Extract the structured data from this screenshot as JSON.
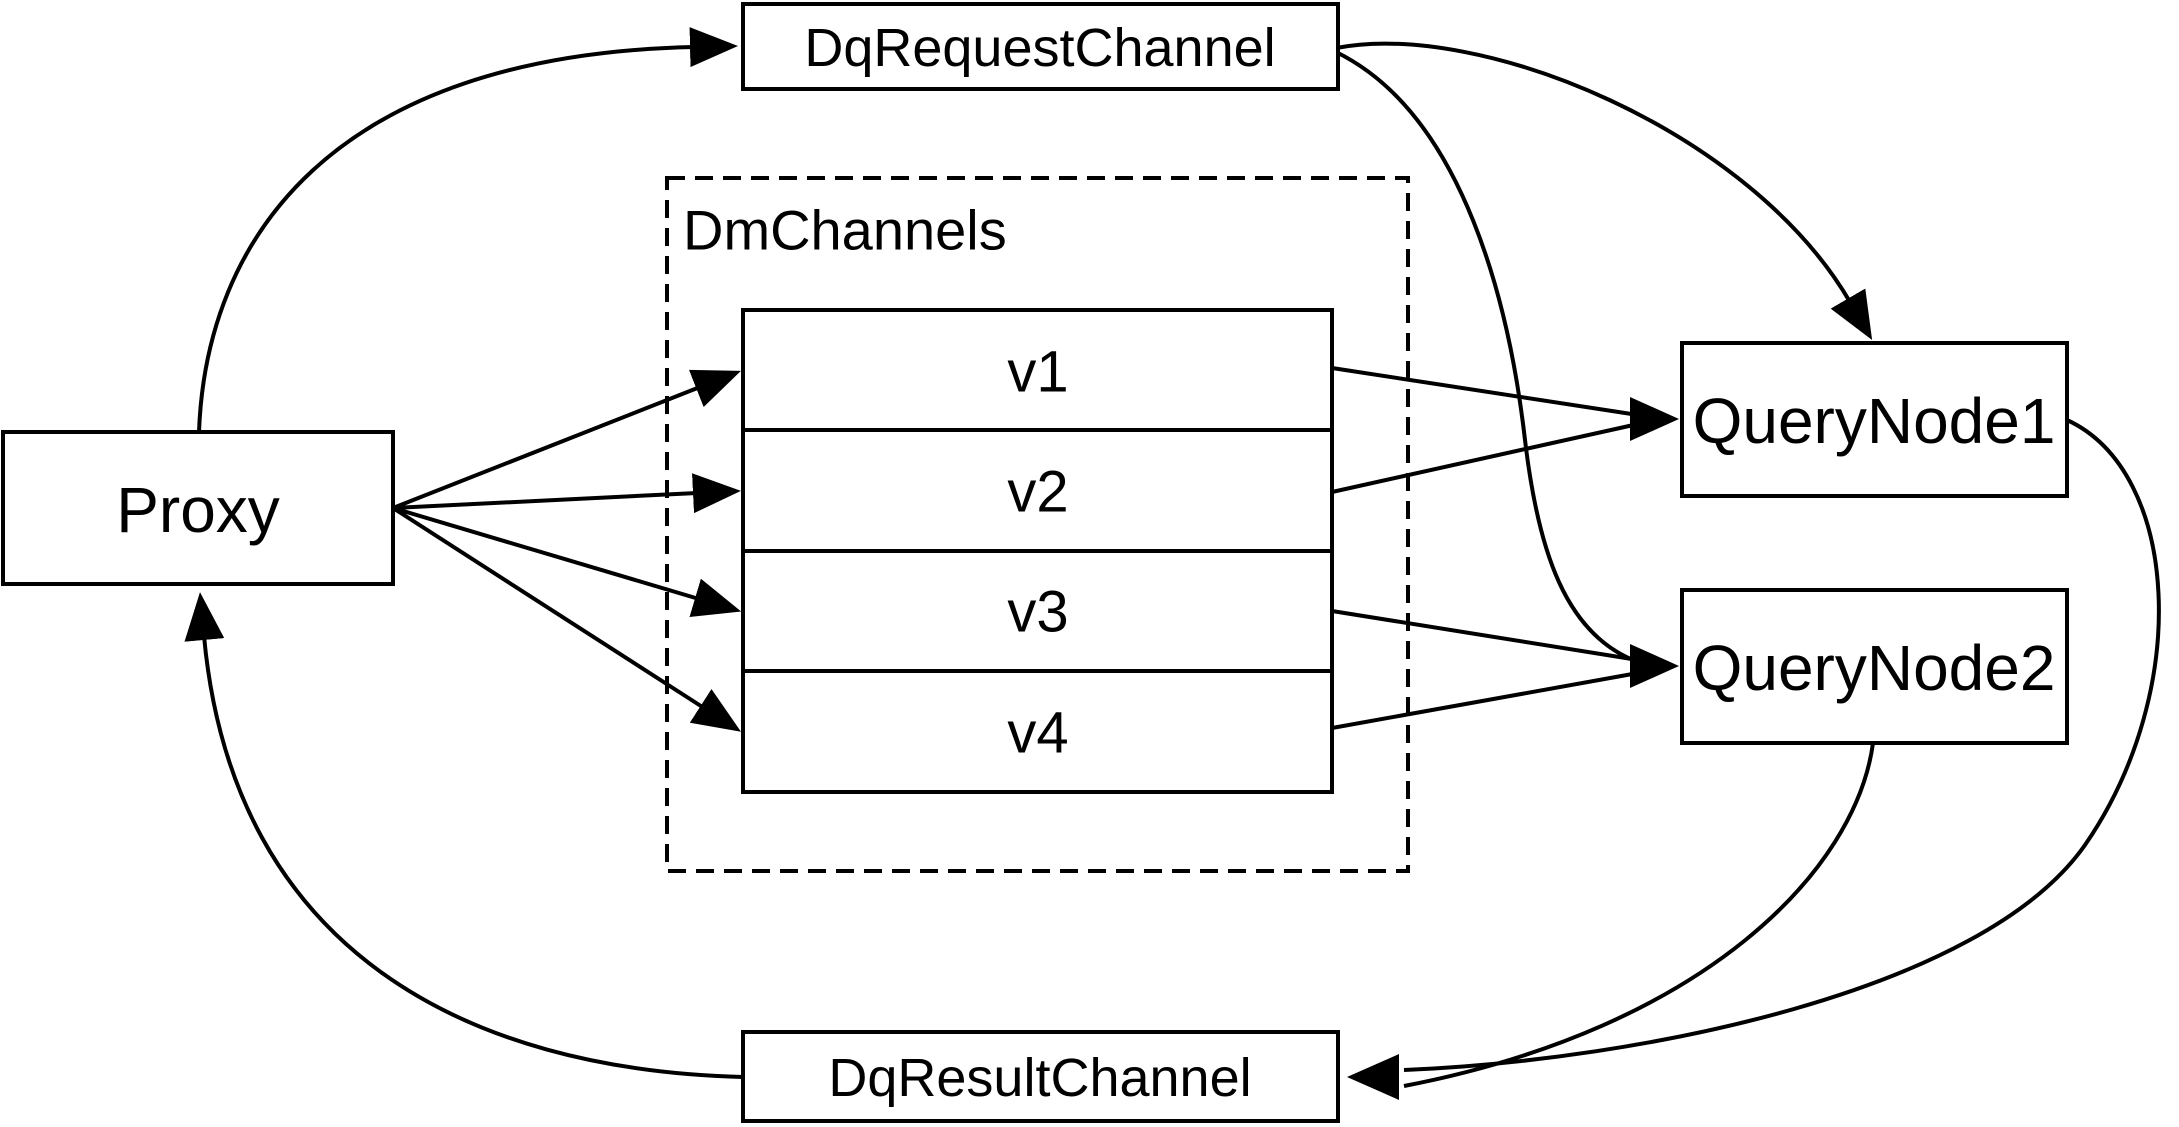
{
  "diagram": {
    "background": "#ffffff",
    "stroke_color": "#000000",
    "nodes": {
      "dq_request_channel": {
        "label": "DqRequestChannel"
      },
      "proxy": {
        "label": "Proxy"
      },
      "dm_channels_group": {
        "label": "DmChannels"
      },
      "channel_rows": [
        {
          "label": "v1"
        },
        {
          "label": "v2"
        },
        {
          "label": "v3"
        },
        {
          "label": "v4"
        }
      ],
      "query_node_1": {
        "label": "QueryNode1"
      },
      "query_node_2": {
        "label": "QueryNode2"
      },
      "dq_result_channel": {
        "label": "DqResultChannel"
      }
    },
    "edges": [
      {
        "from": "Proxy",
        "to": "DqRequestChannel"
      },
      {
        "from": "DqRequestChannel",
        "to": "QueryNode1"
      },
      {
        "from": "DqRequestChannel",
        "to": "QueryNode2"
      },
      {
        "from": "Proxy",
        "to": "v1"
      },
      {
        "from": "Proxy",
        "to": "v2"
      },
      {
        "from": "Proxy",
        "to": "v3"
      },
      {
        "from": "Proxy",
        "to": "v4"
      },
      {
        "from": "v1",
        "to": "QueryNode1"
      },
      {
        "from": "v2",
        "to": "QueryNode1"
      },
      {
        "from": "v3",
        "to": "QueryNode2"
      },
      {
        "from": "v4",
        "to": "QueryNode2"
      },
      {
        "from": "QueryNode1",
        "to": "DqResultChannel"
      },
      {
        "from": "QueryNode2",
        "to": "DqResultChannel"
      },
      {
        "from": "DqResultChannel",
        "to": "Proxy"
      }
    ]
  }
}
